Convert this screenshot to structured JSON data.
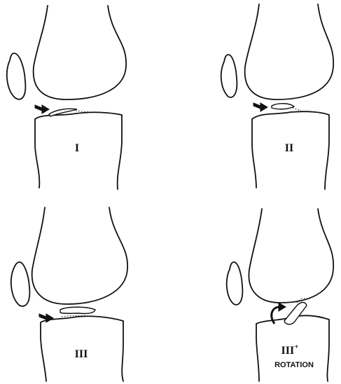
{
  "panels": [
    {
      "id": "I",
      "stage_label": "I",
      "sub_label": ""
    },
    {
      "id": "II",
      "stage_label": "II",
      "sub_label": ""
    },
    {
      "id": "III",
      "stage_label": "III",
      "sub_label": ""
    },
    {
      "id": "III-plus",
      "stage_label": "III",
      "superscript": "+",
      "sub_label": "ROTATION"
    }
  ],
  "colors": {
    "line": "#111111",
    "background": "#ffffff"
  }
}
